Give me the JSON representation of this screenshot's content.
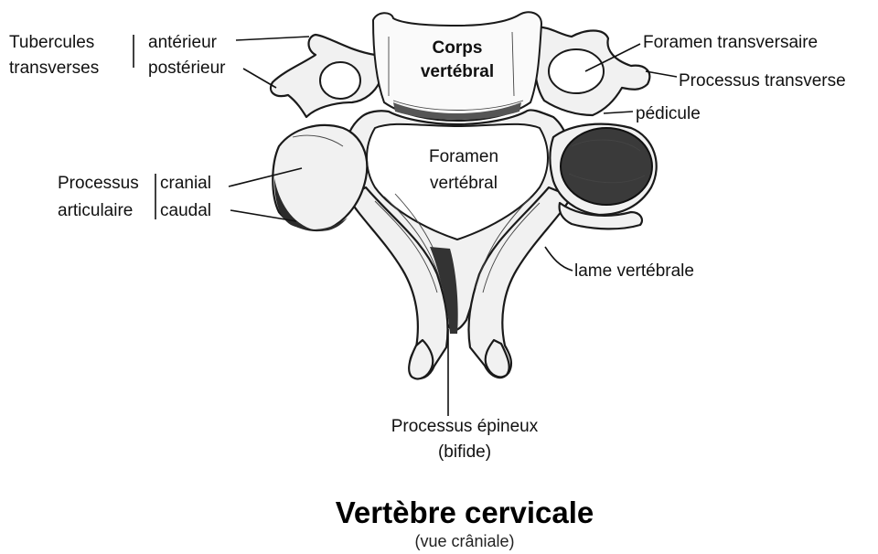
{
  "labels": {
    "tubercules_transverses_1": "Tubercules",
    "tubercules_transverses_2": "transverses",
    "anterieur": "antérieur",
    "posterieur": "postérieur",
    "corps_1": "Corps",
    "corps_2": "vertébral",
    "foramen_transversaire": "Foramen transversaire",
    "processus_transverse": "Processus transverse",
    "pedicule": "pédicule",
    "foramen_vertebral_1": "Foramen",
    "foramen_vertebral_2": "vertébral",
    "processus_articulaire_1": "Processus",
    "processus_articulaire_2": "articulaire",
    "cranial": "cranial",
    "caudal": "caudal",
    "lame_vertebrale": "lame vertébrale",
    "processus_epineux_1": "Processus épineux",
    "processus_epineux_2": "(bifide)"
  },
  "title": "Vertèbre cervicale",
  "subtitle": "(vue crâniale)"
}
